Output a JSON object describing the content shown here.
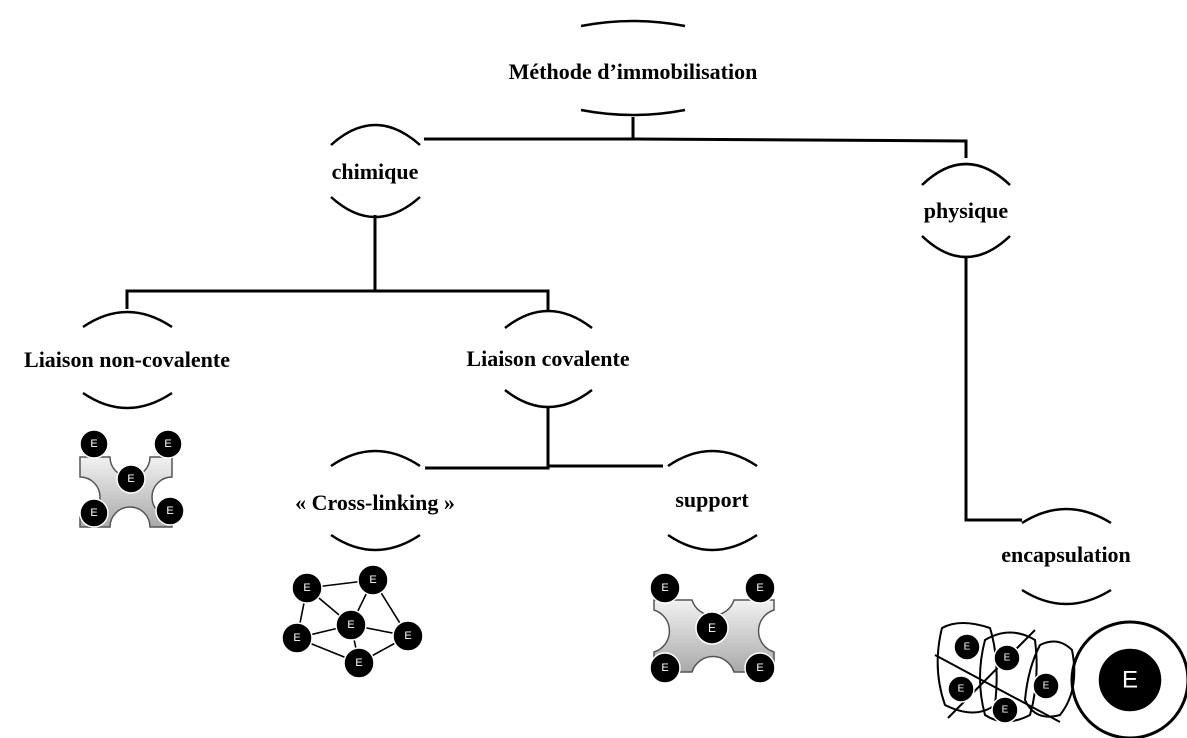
{
  "diagram": {
    "nodes": {
      "root": "Méthode d’immobilisation",
      "chemical": "chimique",
      "physical": "physique",
      "non_covalent": "Liaison non-covalente",
      "covalent": "Liaison covalente",
      "cross_linking": "« Cross-linking »",
      "support": "support",
      "encapsulation": "encapsulation"
    },
    "enzyme_label": "E",
    "colors": {
      "line": "#000000",
      "enzyme_fill": "#000000",
      "enzyme_text": "#ffffff",
      "support_fill_light": "#efefef",
      "support_fill_dark": "#a9a9a9"
    }
  }
}
